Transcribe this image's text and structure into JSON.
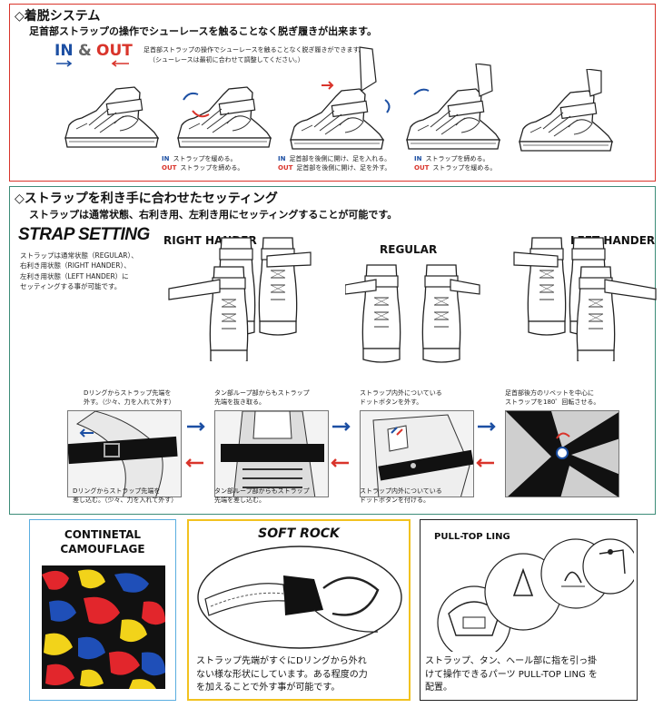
{
  "section1": {
    "title": "◇着脱システム",
    "subtitle": "足首部ストラップの操作でシューレースを触ることなく脱ぎ履きが出来ます。",
    "in_label": "IN",
    "amp": "&",
    "out_label": "OUT",
    "note_line1": "足首部ストラップの操作でシューレースを触ることなく脱ぎ履きができます。",
    "note_line2": "（シューレースは最初に合わせて調整してください。）",
    "captions": [
      {
        "in_tag": "IN",
        "in_text": "ストラップを緩める。",
        "out_tag": "OUT",
        "out_text": "ストラップを締める。"
      },
      {
        "in_tag": "IN",
        "in_text": "足首部を後側に開け、足を入れる。",
        "out_tag": "OUT",
        "out_text": "足首部を後側に開け、足を外す。"
      },
      {
        "in_tag": "IN",
        "in_text": "ストラップを締める。",
        "out_tag": "OUT",
        "out_text": "ストラップを緩める。"
      }
    ]
  },
  "section2": {
    "title": "◇ストラップを利き手に合わせたセッティング",
    "subtitle": "ストラップは通常状態、右利き用、左利き用にセッティングすることが可能です。",
    "strap_setting": "STRAP SETTING",
    "desc": [
      "ストラップは通常状態（REGULAR）、",
      "右利き用状態（RIGHT HANDER）、",
      "左利き用状態（LEFT HANDER）に",
      "セッティングする事が可能です。"
    ],
    "right_hander": "RIGHT HANDER",
    "regular": "REGULAR",
    "left_hander": "LEFT HANDER",
    "steps_top": [
      [
        "Dリングからストラップ先端を",
        "外す。（少々、力を入れて外す）"
      ],
      [
        "タン部ループ部からもストラップ",
        "先端を抜き取る。"
      ],
      [
        "ストラップ内外についている",
        "ドットボタンを外す。"
      ],
      [
        "足首部後方のリベットを中心に",
        "ストラップを180゜回転させる。"
      ]
    ],
    "steps_bottom": [
      [
        "Dリングからストラップ先端を",
        "差し込む。（少々、力を入れて外す）"
      ],
      [
        "タン部ループ部からもストラップ",
        "先端を差し込む。"
      ],
      [
        "ストラップ内外についている",
        "ドットボタンを付ける。"
      ]
    ]
  },
  "bottom": {
    "camo_title_line1": "CONTINETAL",
    "camo_title_line2": "CAMOUFLAGE",
    "softrock_title": "SOFT ROCK",
    "softrock_text": [
      "ストラップ先端がすぐにDリングから外れ",
      "ない様な形状にしています。ある程度の力",
      "を加えることで外す事が可能です。"
    ],
    "pulltop_title": "PULL-TOP LING",
    "pulltop_text": [
      "ストラップ、タン、ヘール部に指を引っ掛",
      "けて操作できるパーツ PULL-TOP LING を",
      "配置。"
    ]
  },
  "colors": {
    "section1_border": "#d9342b",
    "section2_border": "#3c8c78",
    "camo_border": "#5aaee0",
    "softrock_border": "#f2c21f",
    "pulltop_border": "#222222",
    "in_blue": "#1c4fa3",
    "out_red": "#d9342b"
  }
}
